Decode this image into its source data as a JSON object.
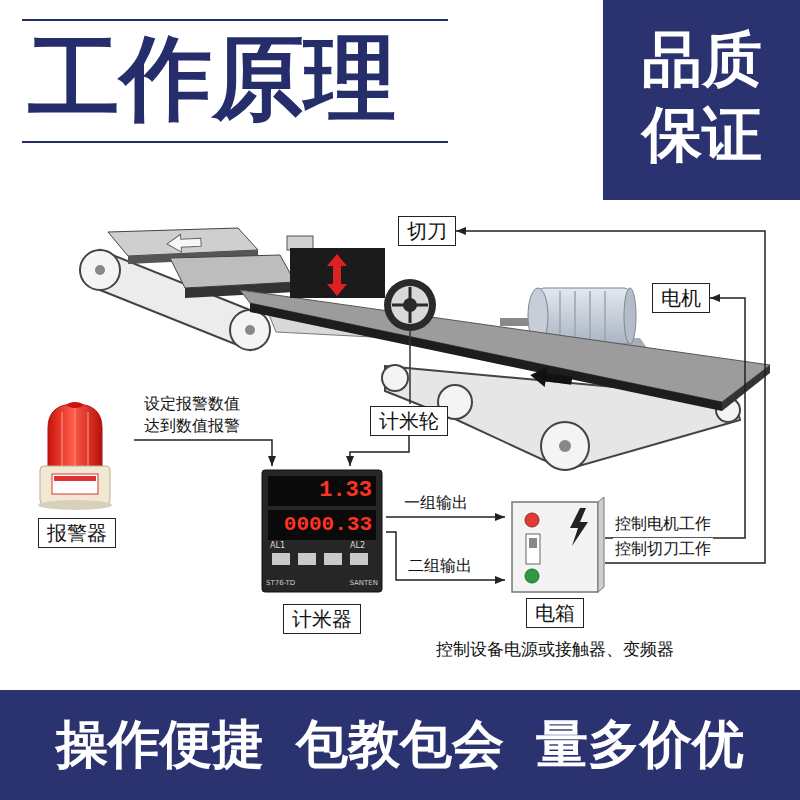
{
  "diagram": {
    "title": "工作原理",
    "nodes": [
      {
        "text": [
          "品质 保证"
        ]
      },
      {
        "text": [
          "切刀"
        ]
      },
      {
        "text": [
          "电机"
        ]
      },
      {
        "text": [
          "计米轮"
        ]
      },
      {
        "text": [
          "报警器"
        ]
      },
      {
        "text": [
          "计米器"
        ]
      },
      {
        "text": [
          "电箱"
        ]
      },
      {
        "text": [
          "操作便捷 包教包会 量多价优"
        ]
      }
    ],
    "edges": [
      {
        "from": 4,
        "to": 5,
        "arrow": "to",
        "label": "设定报警数值 达到数值报警"
      },
      {
        "from": 3,
        "to": 5,
        "arrow": "to"
      },
      {
        "from": 5,
        "to": 6,
        "arrow": "to",
        "label": "一组输出"
      },
      {
        "from": 5,
        "to": 6,
        "arrow": "to",
        "label": "二组输出"
      },
      {
        "from": 6,
        "to": 2,
        "arrow": "to",
        "label": "控制电机工作"
      },
      {
        "from": 6,
        "to": 1,
        "arrow": "to",
        "label": "控制切刀工作"
      }
    ],
    "labels": [
      "1.33",
      "0000.33",
      "AL1",
      "AL2",
      "ST76-TD",
      "SANTEN",
      "控制设备电源或接触器、变频器"
    ]
  }
}
